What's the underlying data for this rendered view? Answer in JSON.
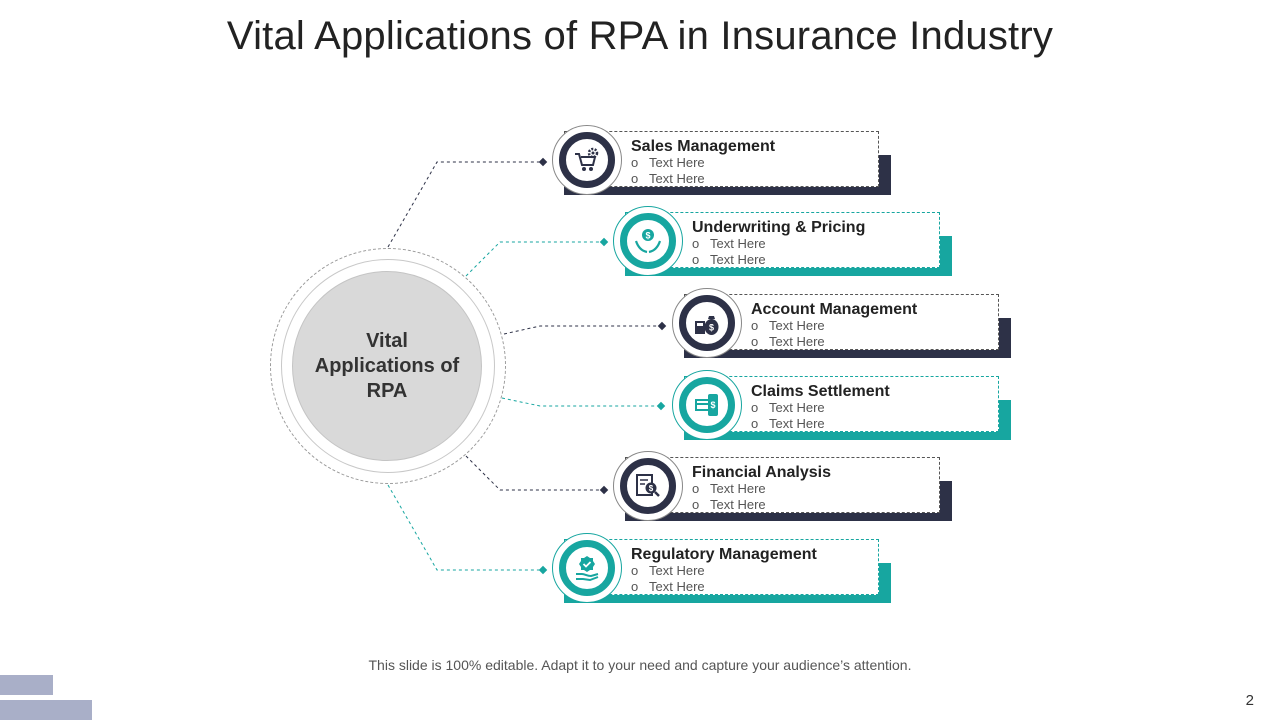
{
  "title": "Vital Applications of RPA in Insurance Industry",
  "hub_label": "Vital Applications of RPA",
  "items": [
    {
      "heading": "Sales Management",
      "bullets": [
        "Text Here",
        "Text Here"
      ],
      "icon": "cart-gear-icon",
      "color": "#2d3147"
    },
    {
      "heading": "Underwriting & Pricing",
      "bullets": [
        "Text Here",
        "Text Here"
      ],
      "icon": "hand-coin-icon",
      "color": "#17a6a0"
    },
    {
      "heading": "Account Management",
      "bullets": [
        "Text Here",
        "Text Here"
      ],
      "icon": "calculator-moneybag-icon",
      "color": "#2d3147"
    },
    {
      "heading": "Claims Settlement",
      "bullets": [
        "Text Here",
        "Text Here"
      ],
      "icon": "mobile-payment-icon",
      "color": "#17a6a0"
    },
    {
      "heading": "Financial Analysis",
      "bullets": [
        "Text Here",
        "Text Here"
      ],
      "icon": "document-magnifier-icon",
      "color": "#2d3147"
    },
    {
      "heading": "Regulatory Management",
      "bullets": [
        "Text Here",
        "Text Here"
      ],
      "icon": "hand-badge-icon",
      "color": "#17a6a0"
    }
  ],
  "footer": "This slide is 100% editable. Adapt it to your need and capture your audience’s attention.",
  "page_number": "2",
  "colors": {
    "navy": "#2d3147",
    "teal": "#17a6a0",
    "hub": "#d9d9d9"
  }
}
